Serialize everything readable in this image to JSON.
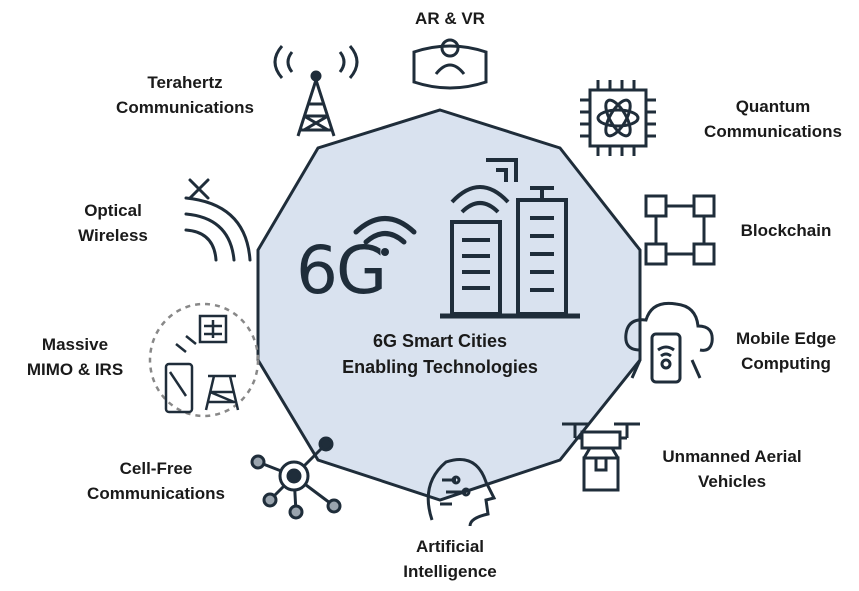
{
  "center": {
    "logo": "6G",
    "title_line1": "6G Smart Cities",
    "title_line2": "Enabling Technologies",
    "fill_color": "#d9e2ef",
    "stroke_color": "#1f2d3a"
  },
  "technologies": [
    {
      "line1": "AR & VR",
      "line2": "",
      "icon": "ar-vr-headset-icon"
    },
    {
      "line1": "Quantum",
      "line2": "Communications",
      "icon": "quantum-chip-icon"
    },
    {
      "line1": "Blockchain",
      "line2": "",
      "icon": "blockchain-icon"
    },
    {
      "line1": "Mobile Edge",
      "line2": "Computing",
      "icon": "cloud-phone-icon"
    },
    {
      "line1": "Unmanned Aerial",
      "line2": "Vehicles",
      "icon": "drone-icon"
    },
    {
      "line1": "Artificial",
      "line2": "Intelligence",
      "icon": "ai-head-icon"
    },
    {
      "line1": "Cell-Free",
      "line2": "Communications",
      "icon": "network-nodes-icon"
    },
    {
      "line1": "Massive",
      "line2": "MIMO & IRS",
      "icon": "mimo-irs-icon"
    },
    {
      "line1": "Optical",
      "line2": "Wireless",
      "icon": "optical-wireless-icon"
    },
    {
      "line1": "Terahertz",
      "line2": "Communications",
      "icon": "tower-icon"
    }
  ]
}
